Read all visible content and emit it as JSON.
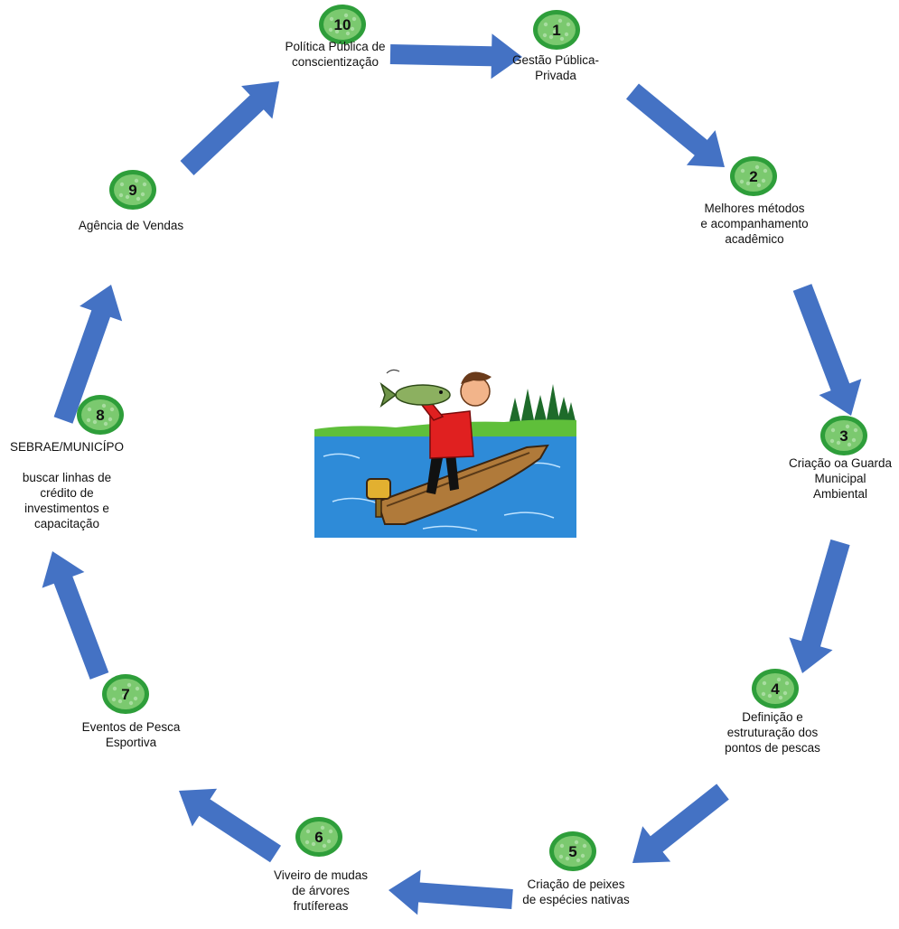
{
  "colors": {
    "arrow": "#4472C4",
    "badge_ring": "#2E9E3A",
    "badge_fill": "#7BC96F",
    "water": "#2E8BD8",
    "grass": "#5FBF3A",
    "boat": "#B07A3A",
    "shirt": "#E02020"
  },
  "illustration": {
    "name": "fisherman-in-boat-kissing-fish"
  },
  "steps": [
    {
      "number": "1",
      "label": "Gestão Pública-\nPrivada"
    },
    {
      "number": "2",
      "label": "Melhores métodos\ne acompanhamento\nacadêmico"
    },
    {
      "number": "3",
      "label": "Criação oa Guarda\nMunicipal\nAmbiental"
    },
    {
      "number": "4",
      "label": "Definição e\nestruturação dos\npontos de pescas"
    },
    {
      "number": "5",
      "label": "Criação de peixes\nde espécies nativas"
    },
    {
      "number": "6",
      "label": "Viveiro de mudas\nde árvores\nfrutífereas"
    },
    {
      "number": "7",
      "label": "Eventos de Pesca\nEsportiva"
    },
    {
      "number": "8",
      "label": "SEBRAE/MUNICÍPO\n\nbuscar linhas de\ncrédito de\ninvestimentos e\ncapacitação"
    },
    {
      "number": "9",
      "label": "Agência de Vendas"
    },
    {
      "number": "10",
      "label": "Política Pública de\nconscientização"
    }
  ]
}
